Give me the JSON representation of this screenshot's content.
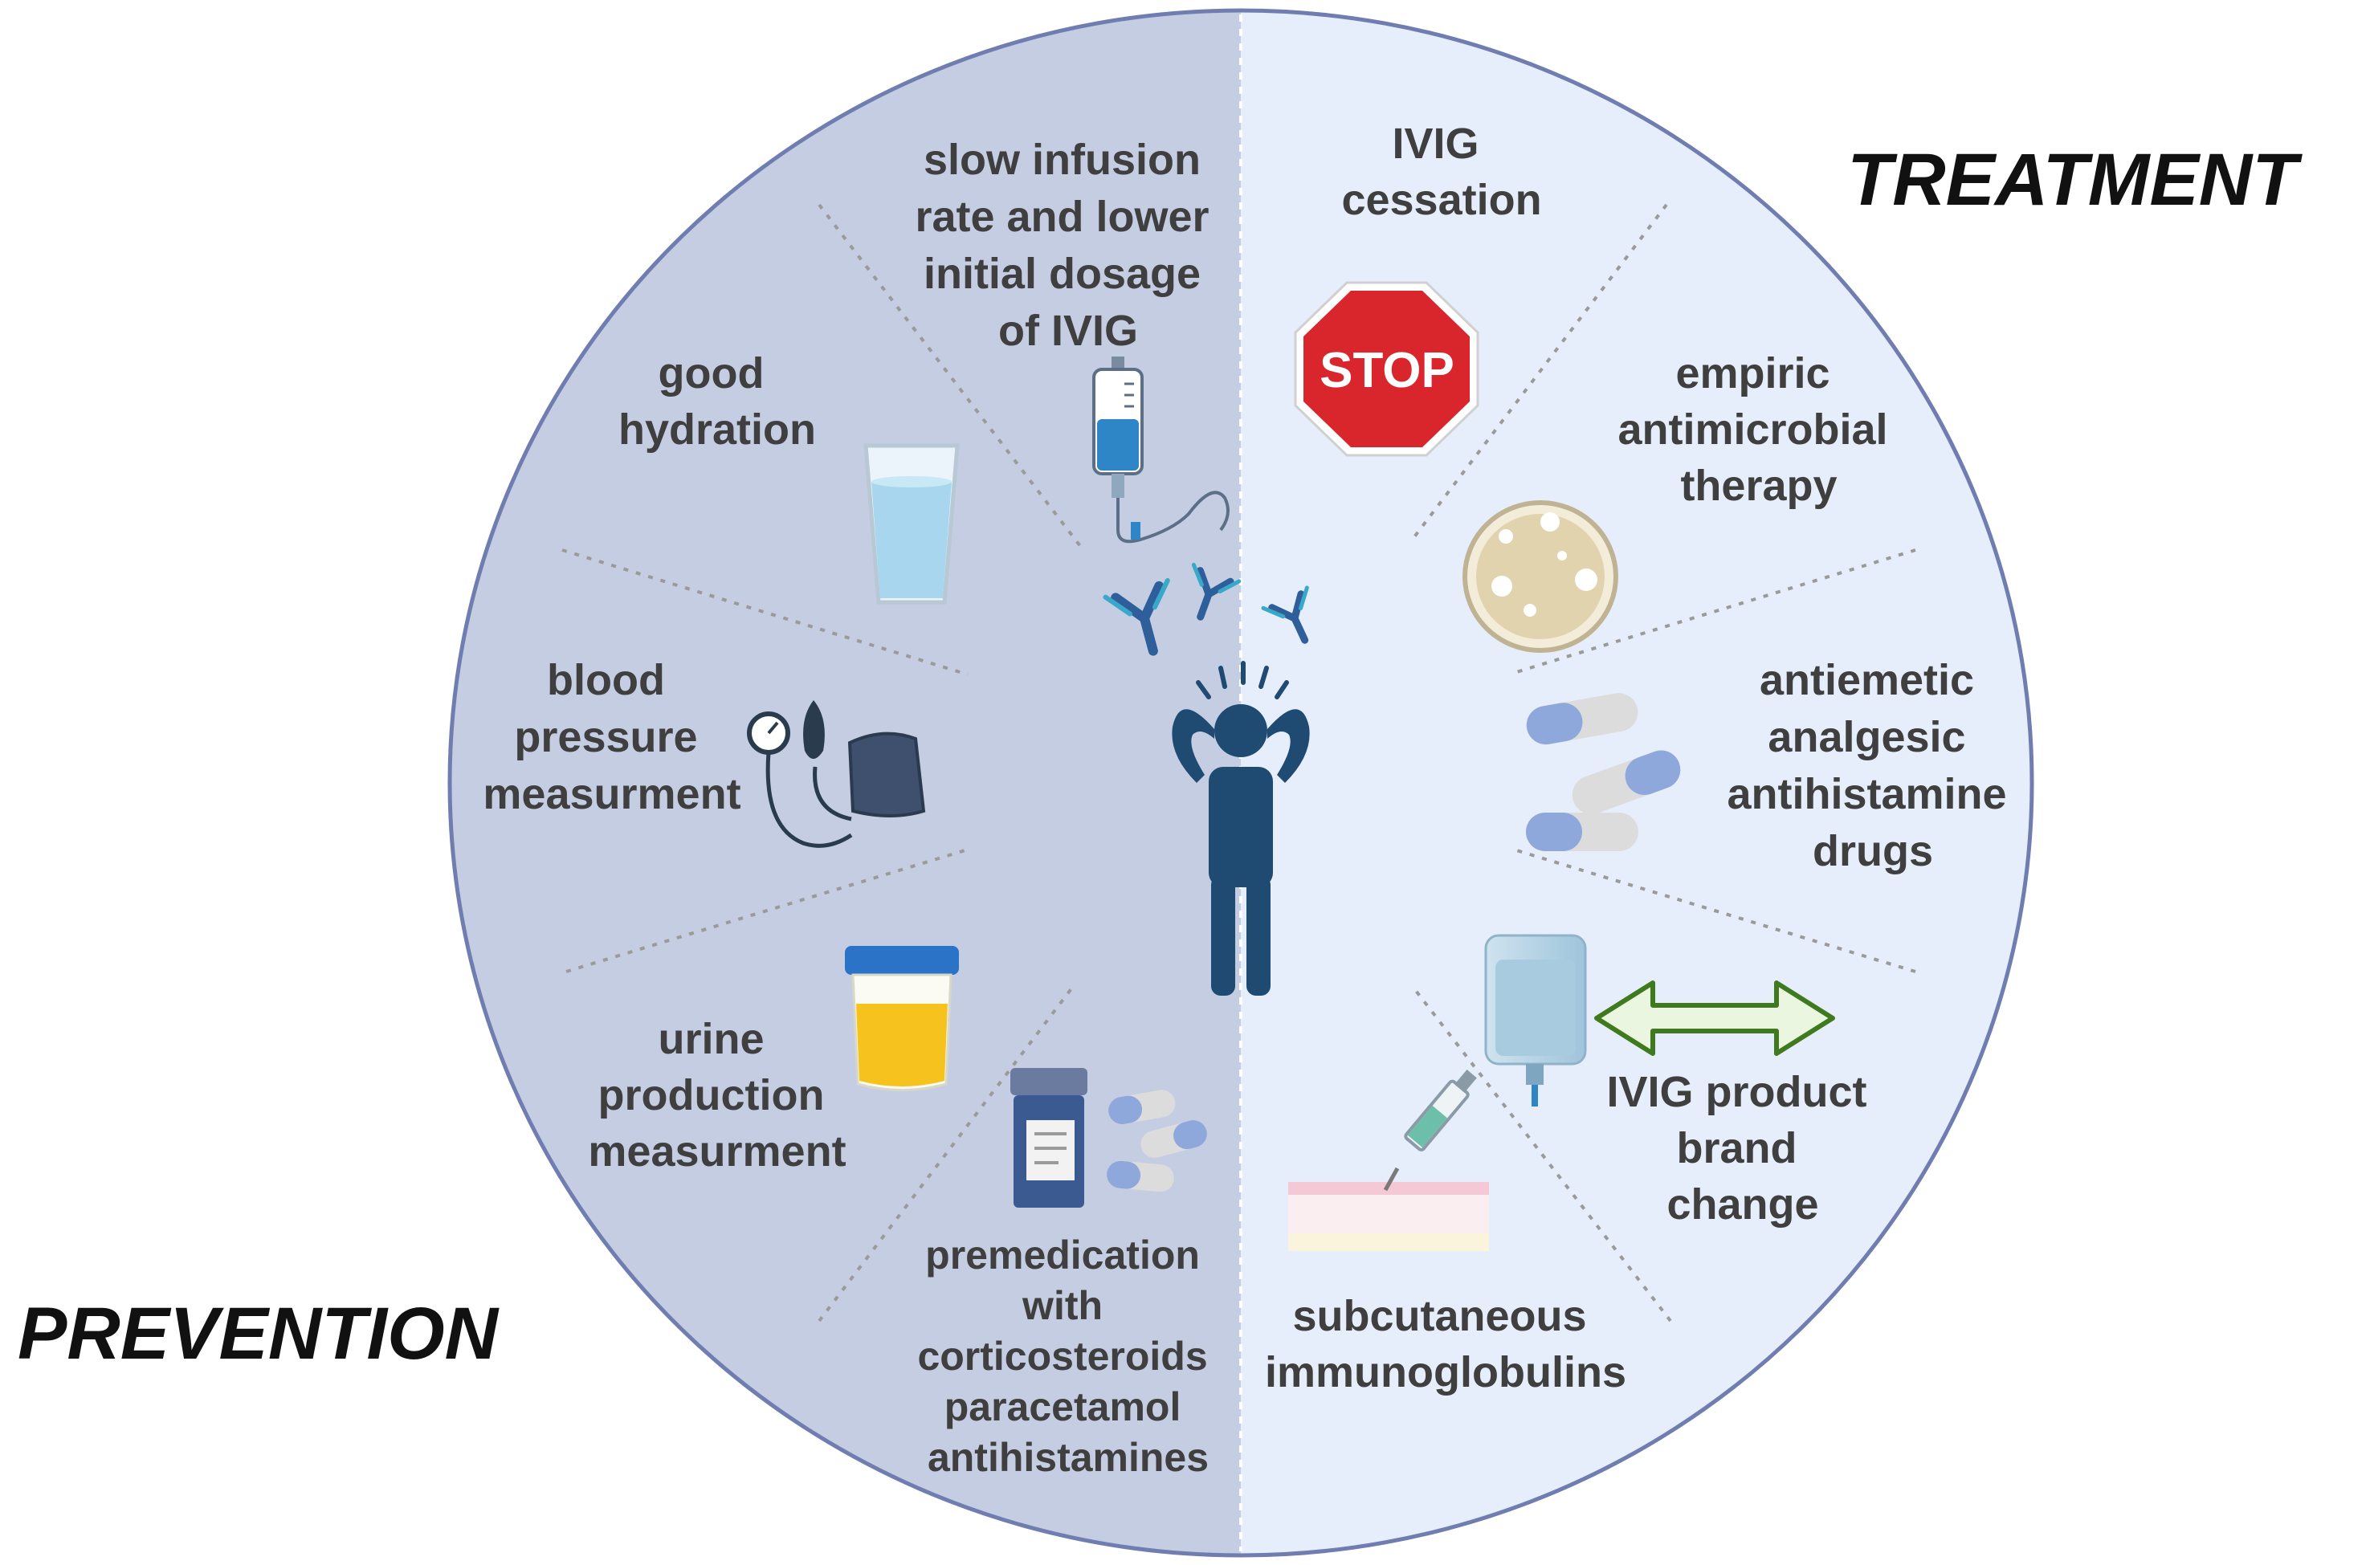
{
  "sides": {
    "prevention": "PREVENTION",
    "treatment": "TREATMENT"
  },
  "stop_sign_text": "STOP",
  "prevention_items": [
    {
      "lines": [
        "slow infusion",
        "rate and lower",
        "initial dosage",
        "of IVIG"
      ],
      "icon": "iv-bag-icon"
    },
    {
      "lines": [
        "good",
        "hydration"
      ],
      "icon": "water-glass-icon"
    },
    {
      "lines": [
        "blood",
        "pressure",
        "measurment"
      ],
      "icon": "blood-pressure-cuff-icon"
    },
    {
      "lines": [
        "urine",
        "production",
        "measurment"
      ],
      "icon": "urine-container-icon"
    },
    {
      "lines": [
        "premedication",
        "with",
        "corticosteroids",
        "paracetamol",
        "antihistamines"
      ],
      "icon": "medication-icon"
    }
  ],
  "treatment_items": [
    {
      "lines": [
        "IVIG",
        "cessation"
      ],
      "icon": "stop-sign-icon"
    },
    {
      "lines": [
        "empiric",
        "antimicrobial",
        "therapy"
      ],
      "icon": "petri-dish-icon"
    },
    {
      "lines": [
        "antiemetic",
        "analgesic",
        "antihistamine",
        "drugs"
      ],
      "icon": "capsules-icon"
    },
    {
      "lines": [
        "IVIG product",
        "brand",
        "change"
      ],
      "icon": "iv-bag-swap-icon"
    },
    {
      "lines": [
        "subcutaneous",
        "immunoglobulins"
      ],
      "icon": "subcutaneous-injection-icon"
    }
  ],
  "center_icons": [
    "stressed-person-icon",
    "antibody-icon"
  ],
  "colors": {
    "prevention_bg": "#c5cde2",
    "treatment_bg": "#e6eefb",
    "circle_outline": "#6f7db0",
    "text": "#3f3f3f",
    "person": "#1f4a72",
    "stop_red": "#d9262c"
  }
}
